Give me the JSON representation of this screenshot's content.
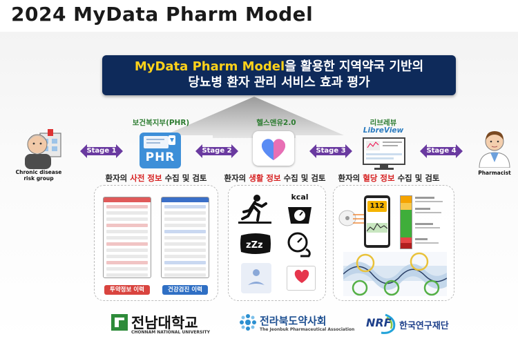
{
  "title": "2024 MyData Pharm Model",
  "banner": {
    "highlight": "MyData Pharm Model",
    "line1_rest": "을 활용한 지역약국 기반의",
    "line2": "당뇨병 환자 관리 서비스 효과 평가"
  },
  "actors": {
    "patient": {
      "line1": "Chronic disease",
      "line2": "risk group"
    },
    "pharmacist": {
      "label": "Pharmacist"
    }
  },
  "stages": [
    "Stage 1",
    "Stage 2",
    "Stage 3",
    "Stage 4"
  ],
  "services": {
    "phr": {
      "label": "보건복지부(PHR)",
      "icon_text": "PHR"
    },
    "health": {
      "label": "헬스앤유2.0"
    },
    "libre": {
      "label": "리브레뷰",
      "sublabel": "LibreView"
    }
  },
  "captions": {
    "c1": {
      "pre": "환자의 ",
      "hl": "사전 정보",
      "post": " 수집 및 검토"
    },
    "c2": {
      "pre": "환자의 ",
      "hl": "생활 정보",
      "post": " 수집 및 검토"
    },
    "c3": {
      "pre": "환자의 ",
      "hl": "혈당 정보",
      "post": " 수집 및 검토"
    }
  },
  "phr_panel": {
    "tag1": "투약정보 이력",
    "tag2": "건강검진 이력"
  },
  "health_panel": {
    "kcal": "kcal"
  },
  "cgm": {
    "reading": "112"
  },
  "logos": {
    "jnu_ko": "전남대학교",
    "jnu_en": "CHONNAM NATIONAL UNIVERSITY",
    "jbpa_ko": "전라북도약사회",
    "jbpa_en": "The Jeonbuk Pharmaceutical Association",
    "nrf_mark": "NRF",
    "nrf_ko": "한국연구재단"
  },
  "colors": {
    "banner_bg": "#0e2a5a",
    "banner_highlight": "#ffd21a",
    "stage_arrow": "#6a3aa0",
    "service_label": "#2e7d32",
    "caption_highlight": "#d62222",
    "tag_red": "#d9443f",
    "tag_blue": "#2f6fc4"
  }
}
